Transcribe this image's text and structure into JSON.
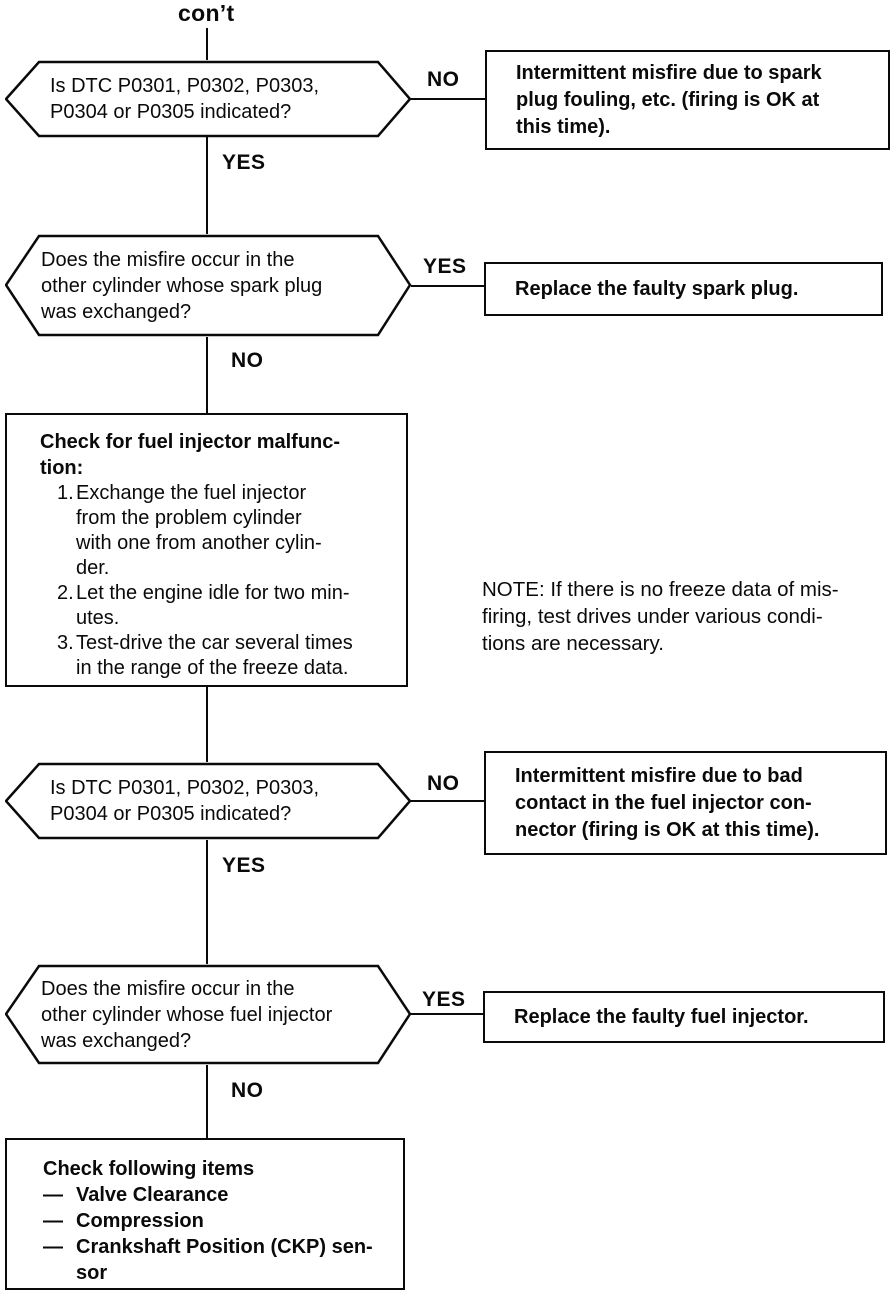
{
  "title": "con’t",
  "decisions": {
    "dtc1": {
      "question": "Is DTC P0301, P0302, P0303,\nP0304 or P0305 indicated?",
      "branch_right": "NO",
      "branch_down": "YES"
    },
    "spark_exchange": {
      "question": "Does the misfire occur in the\nother cylinder whose spark plug\nwas exchanged?",
      "branch_right": "YES",
      "branch_down": "NO"
    },
    "dtc2": {
      "question": "Is DTC P0301, P0302, P0303,\nP0304 or P0305 indicated?",
      "branch_right": "NO",
      "branch_down": "YES"
    },
    "injector_exchange": {
      "question": "Does the misfire occur in the\nother cylinder whose fuel injector\nwas exchanged?",
      "branch_right": "YES",
      "branch_down": "NO"
    }
  },
  "results": {
    "spark_fouling": "Intermittent misfire due to spark\nplug fouling, etc. (firing is OK at\nthis time).",
    "replace_spark_plug": "Replace the faulty spark plug.",
    "injector_contact": "Intermittent misfire due to bad\ncontact in the fuel injector con-\nnector (firing is OK at this time).",
    "replace_injector": "Replace the faulty fuel injector."
  },
  "process": {
    "title": "Check for fuel injector malfunc-\ntion:",
    "steps": [
      {
        "num": "1.",
        "text": "Exchange the fuel injector\nfrom the problem cylinder\nwith one from another cylin-\nder."
      },
      {
        "num": "2.",
        "text": "Let the engine idle for two min-\nutes."
      },
      {
        "num": "3.",
        "text": "Test-drive the car several times\nin the range of the freeze data."
      }
    ]
  },
  "note": "NOTE: If there is no freeze data of mis-\nfiring, test drives under various condi-\ntions are necessary.",
  "final_check": {
    "title": "Check following items",
    "items": [
      {
        "dash": "—",
        "text": "Valve Clearance"
      },
      {
        "dash": "—",
        "text": "Compression"
      },
      {
        "dash": "—",
        "text": "Crankshaft Position (CKP) sen-\nsor"
      }
    ]
  },
  "colors": {
    "ink": "#0a0a0a",
    "paper": "#ffffff"
  }
}
